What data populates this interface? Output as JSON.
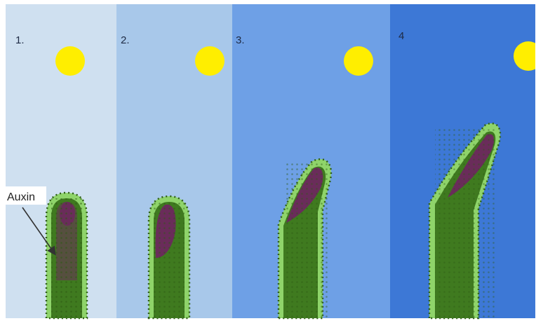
{
  "panels": [
    {
      "number": "1.",
      "background": "#cfe0f0"
    },
    {
      "number": "2.",
      "background": "#a8c8ea"
    },
    {
      "number": "3.",
      "background": "#6ea0e6"
    },
    {
      "number": "4",
      "background": "#3d78d6"
    }
  ],
  "sun_color": "#ffee00",
  "shoot_color": "#3f7a1f",
  "shoot_edge_color": "#8fd46a",
  "auxin_color": "#6a2c5a",
  "auxin_label": "Auxin"
}
